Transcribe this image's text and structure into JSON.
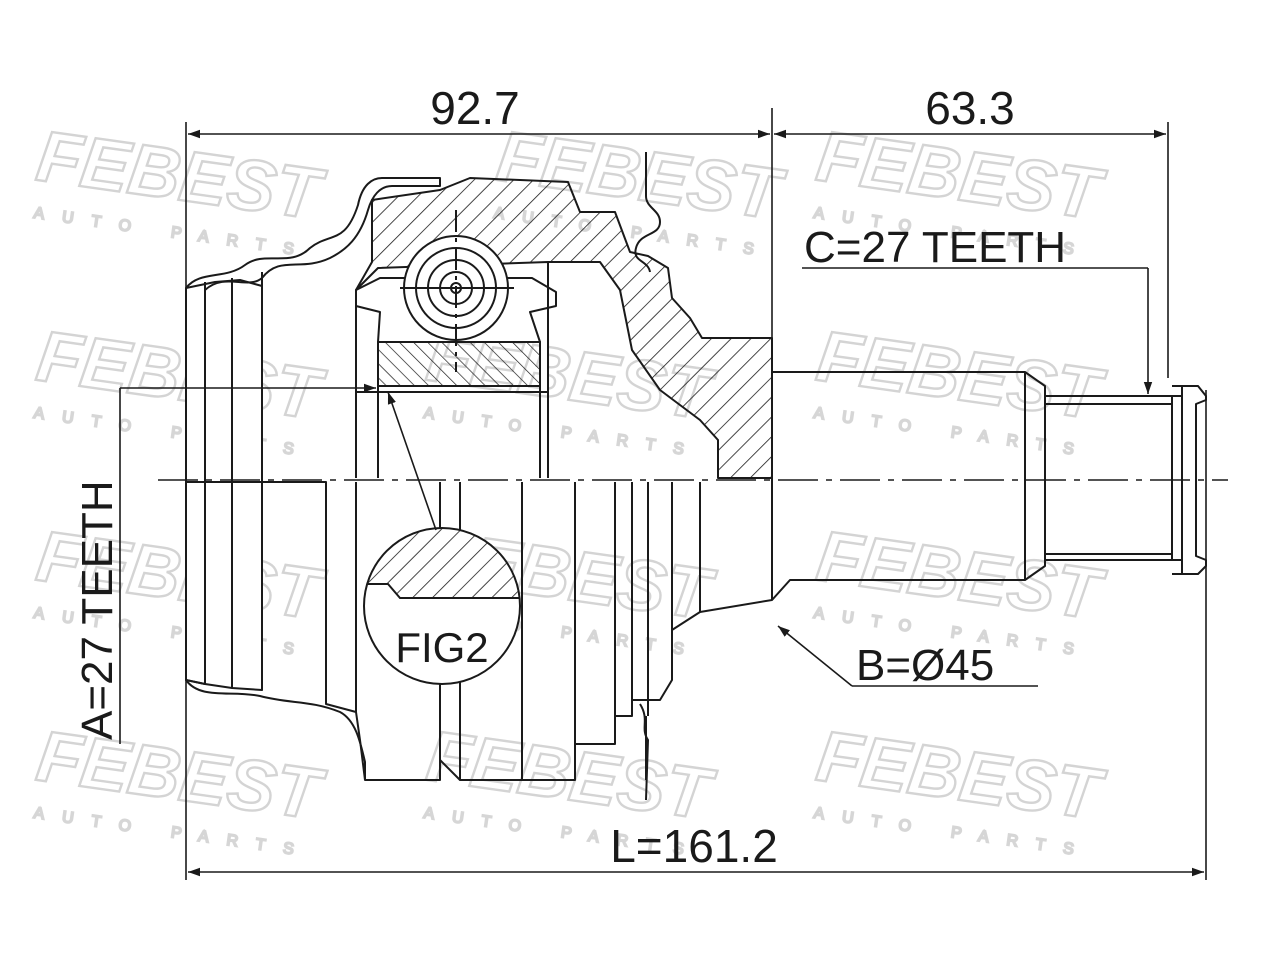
{
  "drawing": {
    "dim_housing": "92.7",
    "dim_shaft": "63.3",
    "spline_outer": "C=27 TEETH",
    "spline_inner": "A=27 TEETH",
    "seal_diameter": "B=Ø45",
    "total_length": "L=161.2",
    "detail_label": "FIG2"
  },
  "watermark": {
    "brand": "FEBEST",
    "tagline": "AUTO PARTS"
  },
  "colors": {
    "line": "#1a1a1a",
    "watermark": "#d9d9d9",
    "background": "#ffffff"
  }
}
